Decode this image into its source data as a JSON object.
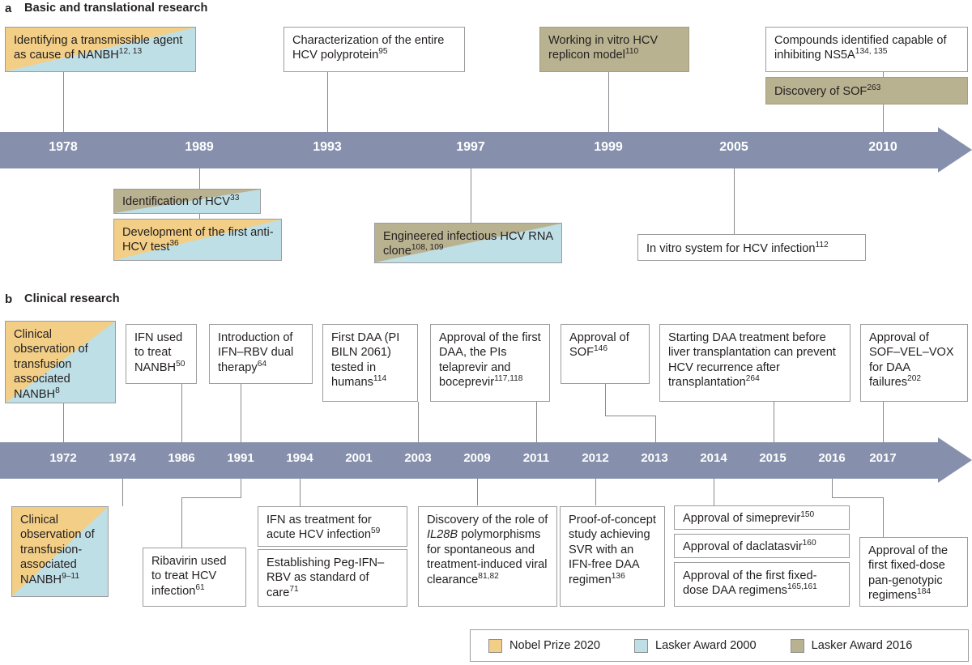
{
  "figure": {
    "title_a_letter": "a",
    "title_a": "Basic and translational research",
    "title_b_letter": "b",
    "title_b": "Clinical research"
  },
  "colors": {
    "timeline_bar": "#8690ad",
    "nobel_prize_2020": "#f2ce86",
    "lasker_award_2000": "#bfdfe6",
    "lasker_award_2016": "#b9b291",
    "box_border": "#9c9c9c",
    "connector": "#8a8a8f",
    "text": "#231f20"
  },
  "panel_a": {
    "years": [
      "1978",
      "1989",
      "1993",
      "1997",
      "1999",
      "2005",
      "2010"
    ],
    "events_above": [
      {
        "text": "Identifying a transmissible agent as cause of NANBH",
        "refs": "12, 13",
        "year": "1978",
        "fill": "nobel-lasker2000-split"
      },
      {
        "text": "Characterization of the entire HCV polyprotein",
        "refs": "95",
        "year": "1993",
        "fill": "white"
      },
      {
        "text": "Working in vitro HCV replicon model",
        "refs": "110",
        "year": "1999",
        "fill": "lasker2016"
      },
      {
        "text": "Compounds identified capable of inhibiting NS5A",
        "refs": "134, 135",
        "year": "2010",
        "fill": "white"
      },
      {
        "text": "Discovery of SOF",
        "refs": "263",
        "year": "2010",
        "fill": "lasker2016"
      }
    ],
    "events_below": [
      {
        "text": "Identification of HCV",
        "refs": "33",
        "year": "1989",
        "fill": "lasker2016-lasker2000-split"
      },
      {
        "text": "Development of the first anti-HCV test",
        "refs": "36",
        "year": "1989",
        "fill": "nobel-lasker2000-split"
      },
      {
        "text": "Engineered infectious HCV RNA clone",
        "refs": "108, 109",
        "year": "1997",
        "fill": "lasker2016-lasker2000-split"
      },
      {
        "text": "In vitro system for HCV infection",
        "refs": "112",
        "year": "2005",
        "fill": "white"
      }
    ]
  },
  "panel_b": {
    "years": [
      "1972",
      "1974",
      "1986",
      "1991",
      "1994",
      "2001",
      "2003",
      "2009",
      "2011",
      "2012",
      "2013",
      "2014",
      "2015",
      "2016",
      "2017"
    ],
    "events_above": [
      {
        "text": "Clinical observation of transfusion associated NANBH",
        "refs": "8",
        "year": "1972",
        "fill": "nobel-lasker2000-split"
      },
      {
        "text": "IFN used to treat NANBH",
        "refs": "50",
        "year": "1986",
        "fill": "white"
      },
      {
        "text": "Introduction of IFN–RBV dual therapy",
        "refs": "64",
        "year": "1991",
        "fill": "white"
      },
      {
        "text": "First DAA (PI BILN 2061) tested in humans",
        "refs": "114",
        "year": "2003",
        "fill": "white"
      },
      {
        "text": "Approval of the first DAA, the PIs telaprevir and boceprevir",
        "refs": "117,118",
        "year": "2011",
        "fill": "white"
      },
      {
        "text": "Approval of SOF",
        "refs": "146",
        "year": "2013",
        "fill": "white"
      },
      {
        "text": "Starting DAA treatment before liver transplantation can prevent HCV recurrence after transplantation",
        "refs": "264",
        "year": "2015",
        "fill": "white"
      },
      {
        "text": "Approval of SOF–VEL–VOX for DAA failures",
        "refs": "202",
        "year": "2017",
        "fill": "white"
      }
    ],
    "events_below": [
      {
        "text": "Clinical observation of transfusion-associated NANBH",
        "refs": "9–11",
        "year": "1974",
        "fill": "nobel-lasker2000-split"
      },
      {
        "text": "Ribavirin used to treat HCV infection",
        "refs": "61",
        "year": "1991",
        "fill": "white"
      },
      {
        "text": "IFN as treatment for acute HCV infection",
        "refs": "59",
        "year": "1994",
        "fill": "white"
      },
      {
        "text": "Establishing Peg-IFN–RBV as standard of care",
        "refs": "71",
        "year": "1994",
        "fill": "white"
      },
      {
        "text_pre": "Discovery of the role of ",
        "text_italic": "IL28B",
        "text_post": " polymorphisms for spontaneous and treatment-induced viral clearance",
        "refs": "81,82",
        "year": "2009",
        "fill": "white"
      },
      {
        "text": "Proof-of-concept study achieving SVR with an IFN-free DAA regimen",
        "refs": "136",
        "year": "2012",
        "fill": "white"
      },
      {
        "text": "Approval of simeprevir",
        "refs": "150",
        "year": "2014",
        "fill": "white"
      },
      {
        "text": "Approval of daclatasvir",
        "refs": "160",
        "year": "2014",
        "fill": "white"
      },
      {
        "text": "Approval of the first fixed-dose DAA regimens",
        "refs": "165,161",
        "year": "2014",
        "fill": "white"
      },
      {
        "text": "Approval of the first fixed-dose pan-genotypic regimens",
        "refs": "184",
        "year": "2016",
        "fill": "white"
      }
    ]
  },
  "legend": {
    "items": [
      {
        "label": "Nobel Prize 2020",
        "color": "#f2ce86"
      },
      {
        "label": "Lasker Award 2000",
        "color": "#bfdfe6"
      },
      {
        "label": "Lasker Award 2016",
        "color": "#b9b291"
      }
    ]
  }
}
